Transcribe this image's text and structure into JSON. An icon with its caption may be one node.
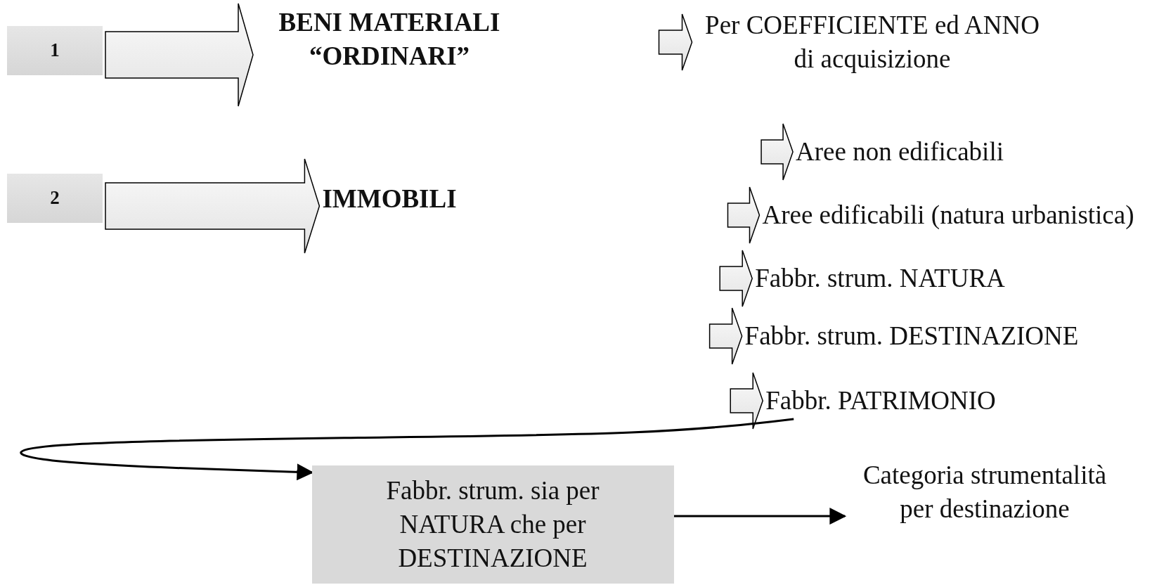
{
  "diagram": {
    "nodes": [
      {
        "text": [
          "1"
        ]
      },
      {
        "text": [
          "2"
        ]
      },
      {
        "text": [
          "BENI MATERIALI “ORDINARI”"
        ]
      },
      {
        "text": [
          "IMMOBILI"
        ]
      },
      {
        "text": [
          "Per COEFFICIENTE ed ANNO di acquisizione"
        ]
      },
      {
        "text": [
          "Aree non edificabili"
        ]
      },
      {
        "text": [
          "Aree edificabili (natura urbanistica)"
        ]
      },
      {
        "text": [
          "Fabbr. strum. NATURA"
        ]
      },
      {
        "text": [
          "Fabbr. strum. DESTINAZIONE"
        ]
      },
      {
        "text": [
          "Fabbr. PATRIMONIO"
        ]
      },
      {
        "text": [
          "Fabbr. strum. sia per NATURA che per DESTINAZIONE"
        ]
      },
      {
        "text": [
          "Categoria strumentalità per destinazione"
        ]
      }
    ],
    "edges": [
      {
        "from": 0,
        "to": 2,
        "arrow": "to",
        "style": "thick"
      },
      {
        "from": null,
        "to": 4,
        "arrow": "to",
        "style": "thick"
      },
      {
        "from": 1,
        "to": 3,
        "arrow": "to",
        "style": "thick"
      },
      {
        "from": null,
        "to": 5,
        "arrow": "to",
        "style": "thick"
      },
      {
        "from": null,
        "to": 6,
        "arrow": "to",
        "style": "thick"
      },
      {
        "from": null,
        "to": 7,
        "arrow": "to",
        "style": "thick"
      },
      {
        "from": null,
        "to": 8,
        "arrow": "to",
        "style": "thick"
      },
      {
        "from": null,
        "to": 9,
        "arrow": "to",
        "style": "thick"
      },
      {
        "from": 9,
        "to": 10,
        "arrow": "to"
      },
      {
        "from": 10,
        "to": 11,
        "arrow": "to"
      }
    ]
  }
}
